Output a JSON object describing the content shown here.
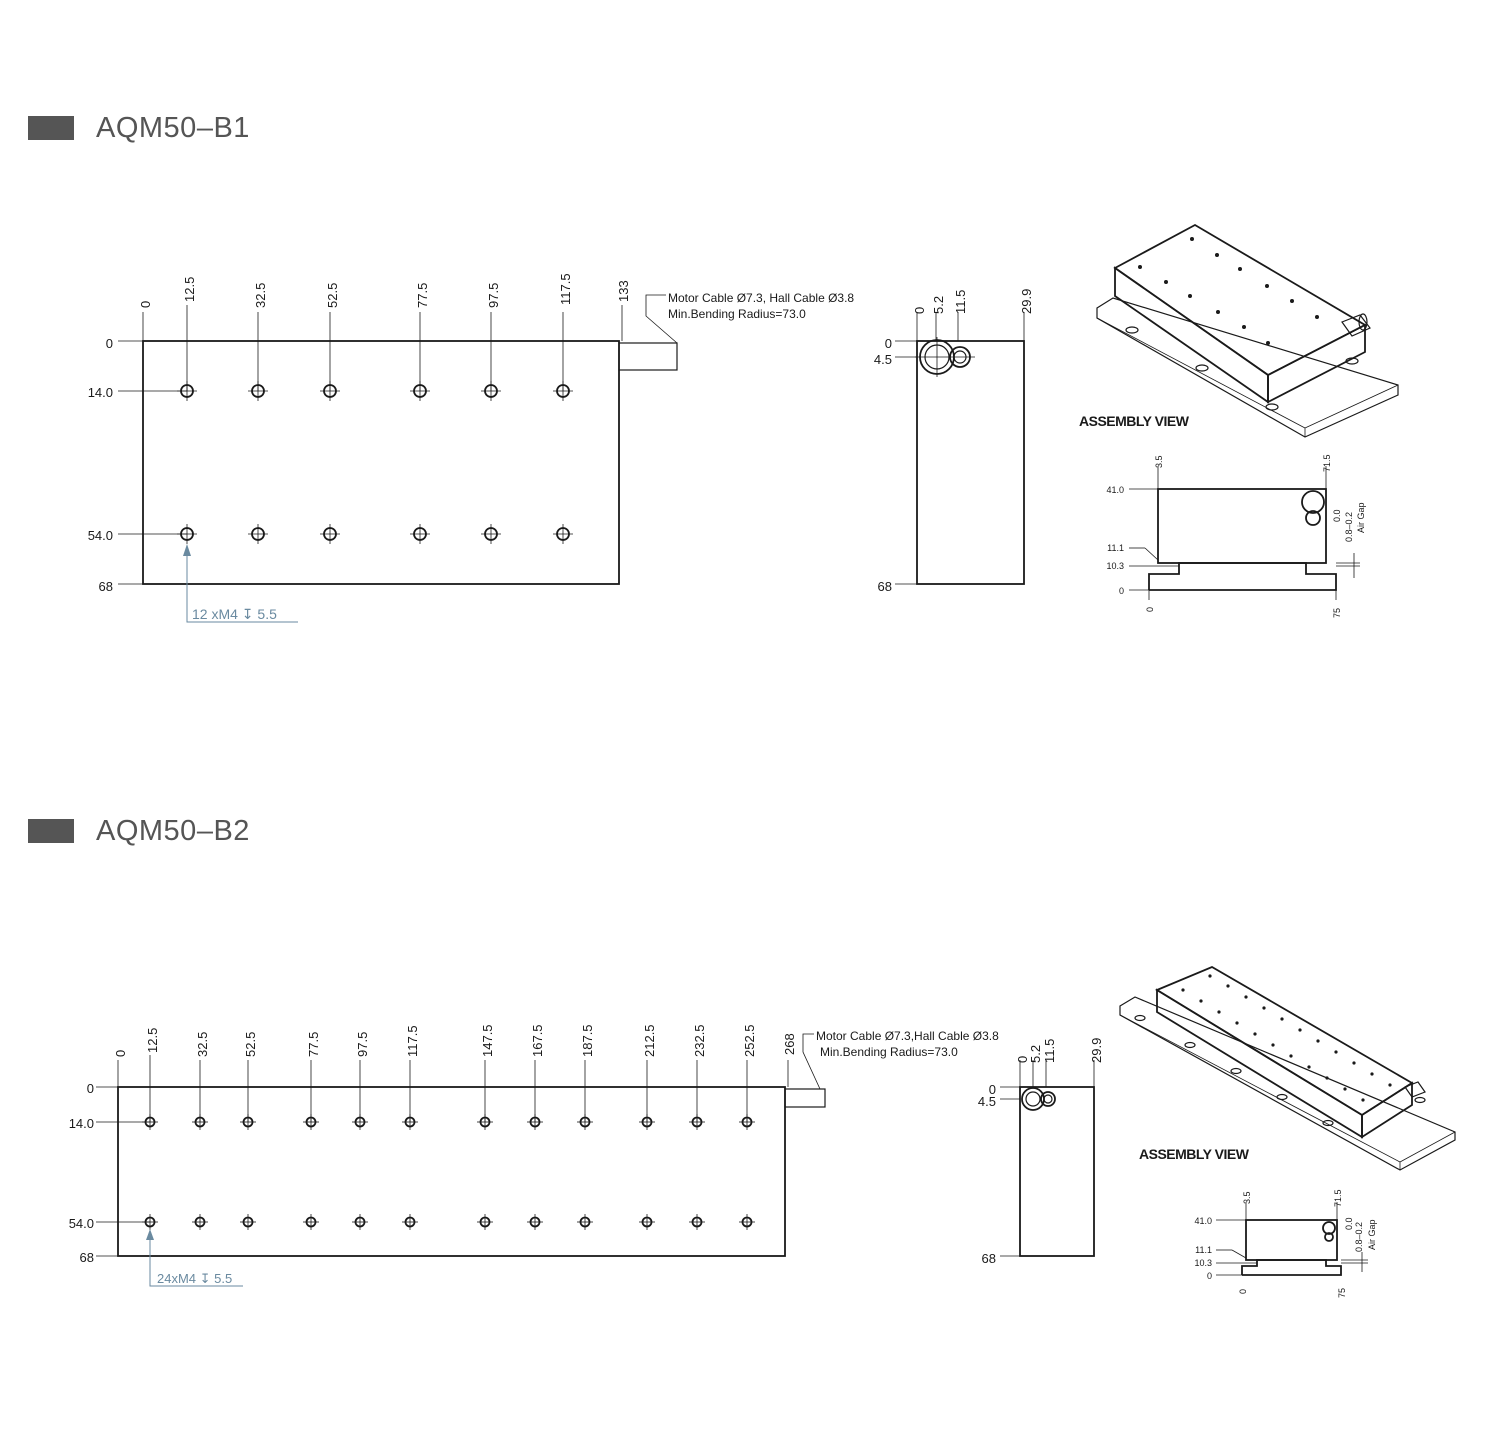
{
  "sections": [
    {
      "title": "AQM50–B1",
      "top_dims": [
        "0",
        "12.5",
        "32.5",
        "52.5",
        "77.5",
        "97.5",
        "117.5",
        "133"
      ],
      "left_dims": [
        "0",
        "14.0",
        "54.0",
        "68"
      ],
      "callout": "12 xM4 ↧ 5.5",
      "cable_note_1": "Motor Cable Ø7.3, Hall Cable Ø3.8",
      "cable_note_2": "Min.Bending Radius=73.0",
      "end_top_dims": [
        "0",
        "5.2",
        "11.5",
        "29.9"
      ],
      "end_left_dims": [
        "0",
        "4.5",
        "68"
      ],
      "assembly_label": "ASSEMBLY VIEW",
      "side_top_dims": [
        "3.5",
        "71.5"
      ],
      "side_left_dims": [
        "41.0",
        "11.1",
        "10.3",
        "0"
      ],
      "side_bottom_dims": [
        "0",
        "75"
      ],
      "side_right_dims": [
        "0.0",
        "0.8–0.2",
        "Air Gap"
      ]
    },
    {
      "title": "AQM50–B2",
      "top_dims": [
        "0",
        "12.5",
        "32.5",
        "52.5",
        "77.5",
        "97.5",
        "117.5",
        "147.5",
        "167.5",
        "187.5",
        "212.5",
        "232.5",
        "252.5",
        "268"
      ],
      "left_dims": [
        "0",
        "14.0",
        "54.0",
        "68"
      ],
      "callout": "24xM4 ↧ 5.5",
      "cable_note_1": "Motor Cable Ø7.3,Hall Cable Ø3.8",
      "cable_note_2": "Min.Bending Radius=73.0",
      "end_top_dims": [
        "0",
        "5.2",
        "11.5",
        "29.9"
      ],
      "end_left_dims": [
        "0",
        "4.5",
        "68"
      ],
      "assembly_label": "ASSEMBLY VIEW",
      "side_top_dims": [
        "3.5",
        "71.5"
      ],
      "side_left_dims": [
        "41.0",
        "11.1",
        "10.3",
        "0"
      ],
      "side_bottom_dims": [
        "0",
        "75"
      ],
      "side_right_dims": [
        "0.0",
        "0.8–0.2",
        "Air Gap"
      ]
    }
  ],
  "colors": {
    "section_bar": "#555555",
    "callout": "#6a8aa0",
    "line": "#1a1a1a"
  }
}
